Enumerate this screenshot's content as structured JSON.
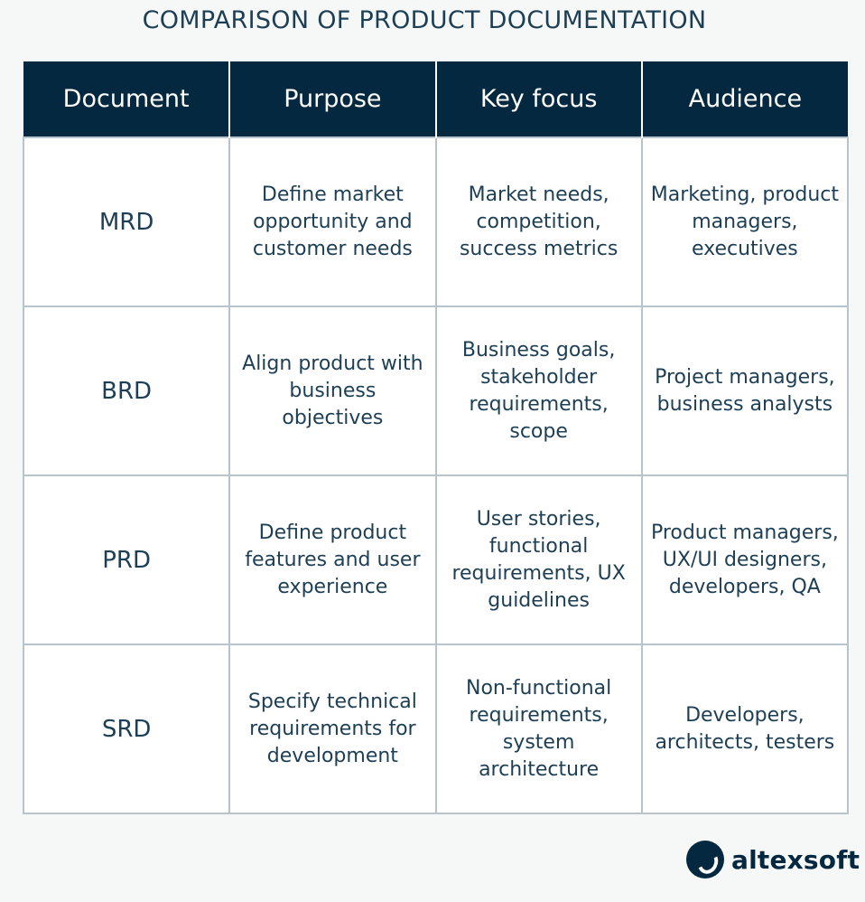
{
  "title": "COMPARISON OF PRODUCT DOCUMENTATION",
  "headers": [
    "Document",
    "Purpose",
    "Key focus",
    "Audience"
  ],
  "rows": [
    {
      "document": "MRD",
      "purpose": "Define market opportunity and customer needs",
      "key_focus": "Market needs, competition, success metrics",
      "audience": "Marketing, product managers, executives"
    },
    {
      "document": "BRD",
      "purpose": "Align product with business objectives",
      "key_focus": "Business goals, stakeholder requirements, scope",
      "audience": "Project managers, business analysts"
    },
    {
      "document": "PRD",
      "purpose": "Define product features and user experience",
      "key_focus": "User stories, functional requirements, UX guidelines",
      "audience": "Product managers, UX/UI designers, developers, QA"
    },
    {
      "document": "SRD",
      "purpose": "Specify technical requirements for development",
      "key_focus": "Non-functional requirements, system architecture",
      "audience": "Developers, architects, testers"
    }
  ],
  "brand": {
    "name": "altexsoft",
    "accent_color": "#04283f",
    "logo_icon": "altexsoft-logo-icon"
  }
}
